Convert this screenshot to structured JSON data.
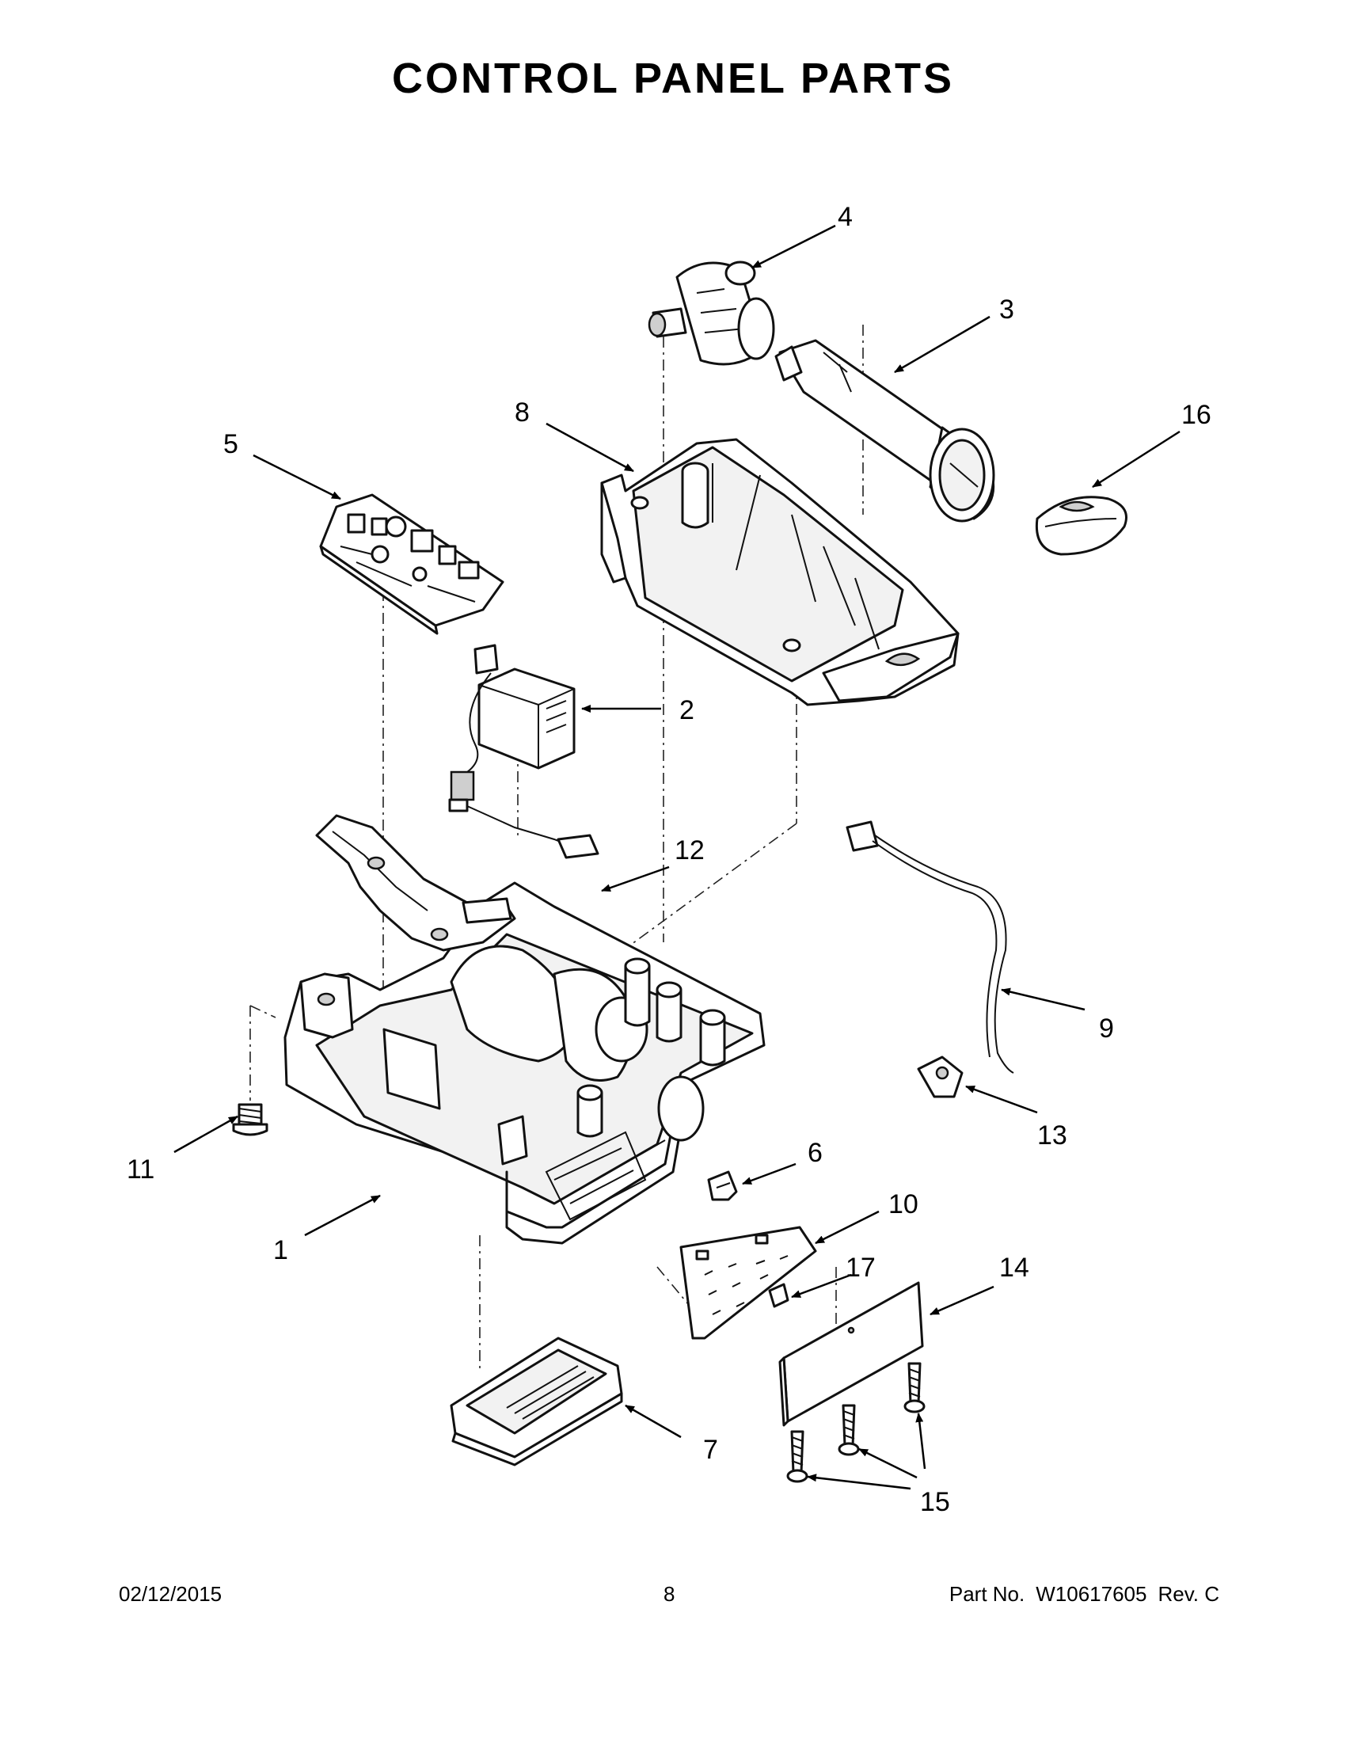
{
  "title": "CONTROL PANEL PARTS",
  "callouts": {
    "p1": "1",
    "p2": "2",
    "p3": "3",
    "p4": "4",
    "p5": "5",
    "p6": "6",
    "p7": "7",
    "p8": "8",
    "p9": "9",
    "p10": "10",
    "p11": "11",
    "p12": "12",
    "p13": "13",
    "p14": "14",
    "p15": "15",
    "p16": "16",
    "p17": "17"
  },
  "footer": {
    "date": "02/12/2015",
    "page": "8",
    "part_label": "Part No.",
    "part_number": "W10617605",
    "revision": "Rev. C"
  }
}
